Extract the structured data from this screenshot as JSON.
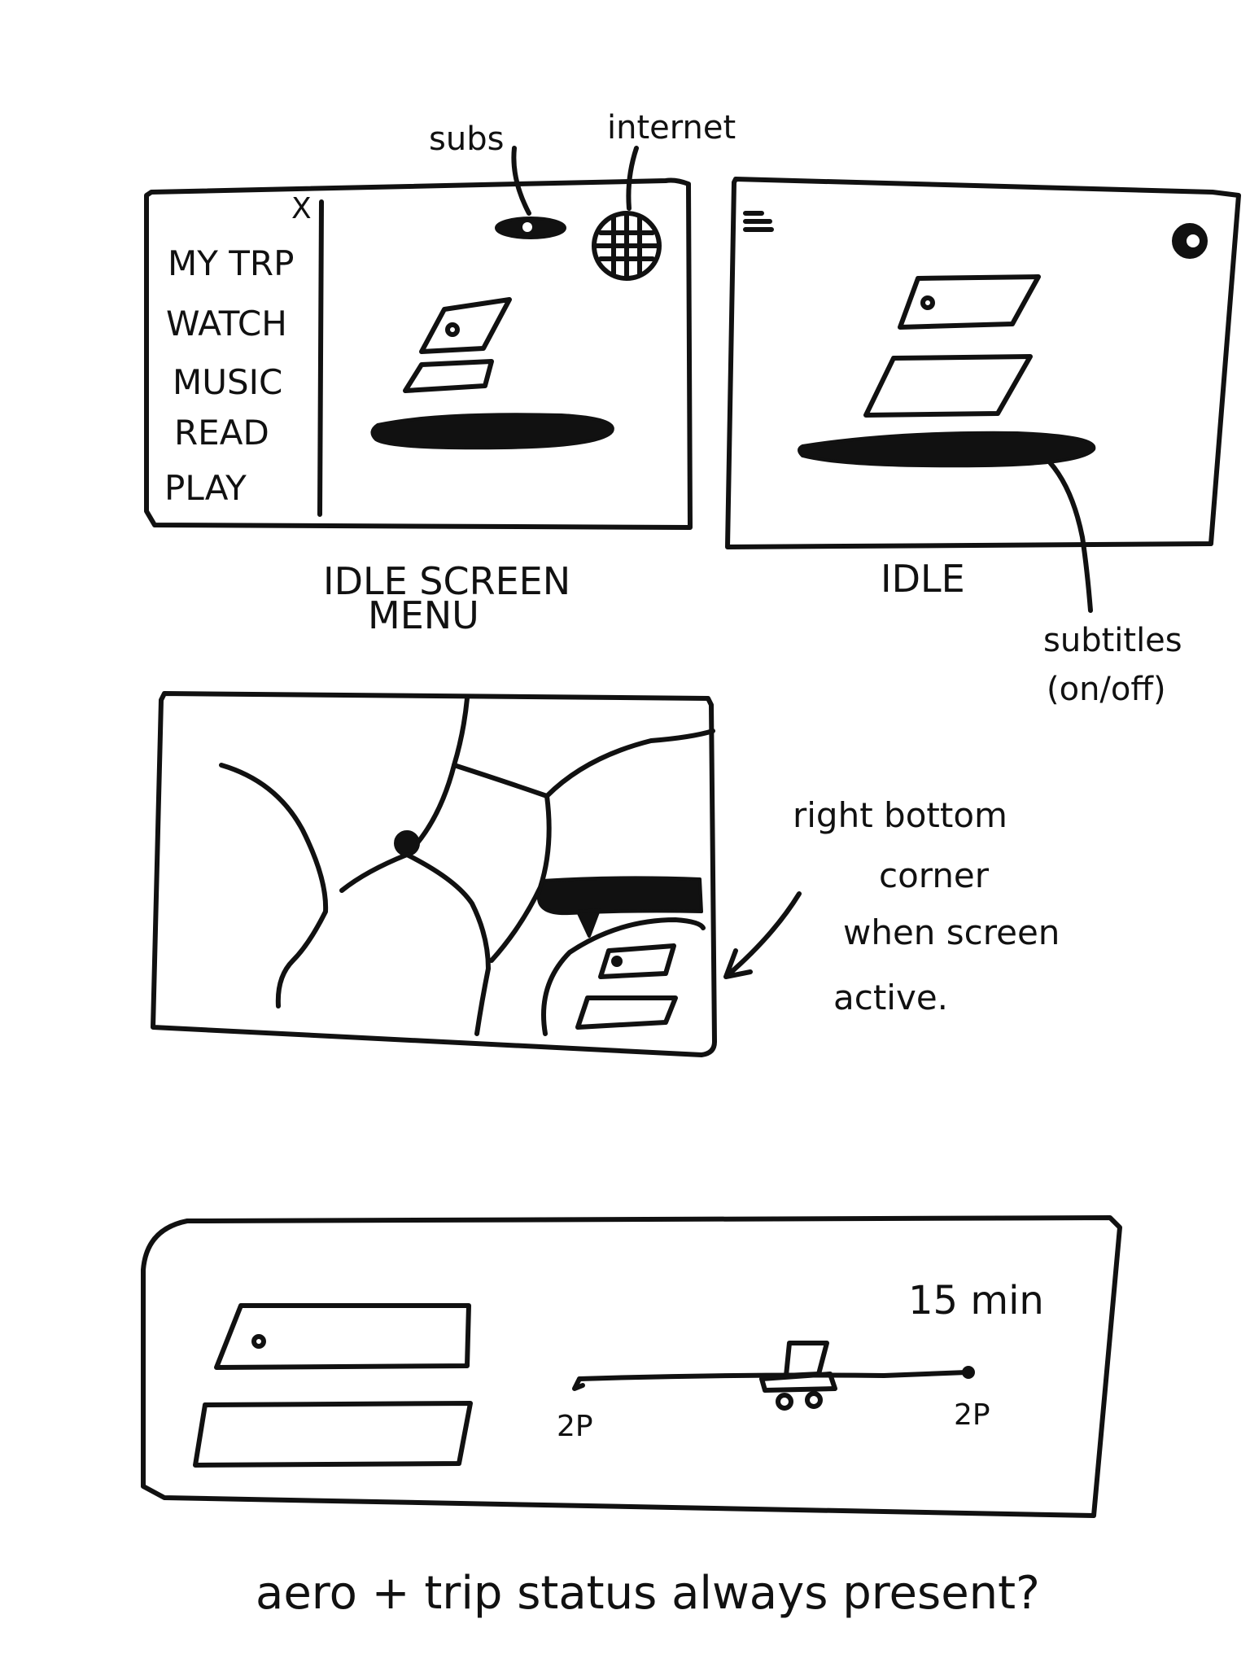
{
  "sketch_1": {
    "menu_close": "X",
    "menu_items": [
      "MY TRP",
      "WATCH",
      "MUSIC",
      "READ",
      "PLAY"
    ],
    "callout_subs": "subs",
    "callout_internet": "internet",
    "caption_line1": "IDLE SCREEN",
    "caption_line2": "MENU"
  },
  "sketch_2": {
    "hamburger_icon": "hamburger-menu-icon",
    "caption": "IDLE",
    "callout_line1": "subtitles",
    "callout_line2": "(on/off)"
  },
  "sketch_3": {
    "note_line1": "right bottom",
    "note_line2": "corner",
    "note_line3": "when screen",
    "note_line4": "active."
  },
  "sketch_4": {
    "time_remaining": "15 min",
    "start_time": "2P",
    "end_time": "2P"
  },
  "footer_question": "aero + trip status always present?"
}
